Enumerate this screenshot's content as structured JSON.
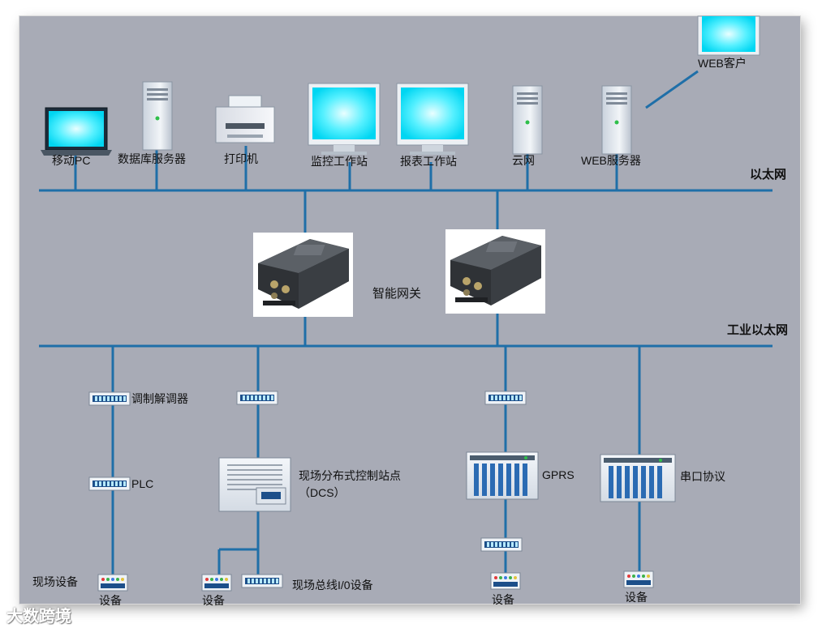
{
  "network": {
    "ethernet_label": "以太网",
    "industrial_ethernet_label": "工业以太网",
    "gateway_label": "智能网关"
  },
  "top_devices": {
    "mobile_pc": "移动PC",
    "db_server": "数据库服务器",
    "printer": "打印机",
    "monitor_station": "监控工作站",
    "report_station": "报表工作站",
    "cloud": "云网",
    "web_server": "WEB服务器",
    "web_client": "WEB客户"
  },
  "field": {
    "modem": "调制解调器",
    "plc": "PLC",
    "field_device": "现场设备",
    "device": "设备",
    "dcs_line1": "现场分布式控制站点",
    "dcs_line2": "（DCS）",
    "fieldbus_io": "现场总线I/0设备",
    "gprs": "GPRS",
    "serial": "串口协议"
  },
  "watermark": "大数跨境",
  "colors": {
    "background": "#a8abb6",
    "line": "#1f6fa8",
    "screen": "#00e5ff"
  }
}
